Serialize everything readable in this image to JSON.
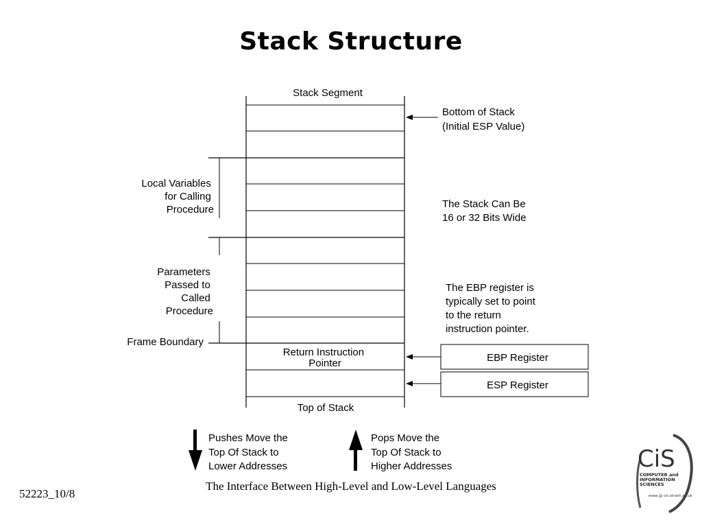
{
  "title": "Stack Structure",
  "stack": {
    "header": "Stack Segment",
    "bottom_label": [
      "Bottom of Stack",
      "(Initial ESP Value)"
    ],
    "return_pointer": [
      "Return Instruction",
      "Pointer"
    ],
    "top_label": "Top of Stack"
  },
  "left_labels": {
    "local_variables": [
      "Local Variables",
      "for Calling",
      "Procedure"
    ],
    "parameters": [
      "Parameters",
      "Passed to",
      "Called",
      "Procedure"
    ],
    "frame_boundary": "Frame Boundary"
  },
  "right_notes": {
    "width_note": [
      "The Stack Can Be",
      "16 or 32 Bits Wide"
    ],
    "ebp_note": [
      "The EBP register is",
      "typically set to point",
      "to the return",
      "instruction pointer."
    ]
  },
  "registers": {
    "ebp": "EBP Register",
    "esp": "ESP Register"
  },
  "arrows": {
    "pushes": [
      "Pushes Move the",
      "Top Of Stack to",
      "Lower Addresses"
    ],
    "pops": [
      "Pops Move the",
      "Top Of Stack to",
      "Higher Addresses"
    ]
  },
  "footer": {
    "center": "The Interface Between High-Level and Low-Level Languages",
    "slide_number": "52223_10/8"
  },
  "logo": {
    "letters": "CiS",
    "lines": [
      "COMPUTER and",
      "INFORMATION",
      "SCIENCES"
    ],
    "url": "www.@ cis.strath.ac.uk"
  }
}
